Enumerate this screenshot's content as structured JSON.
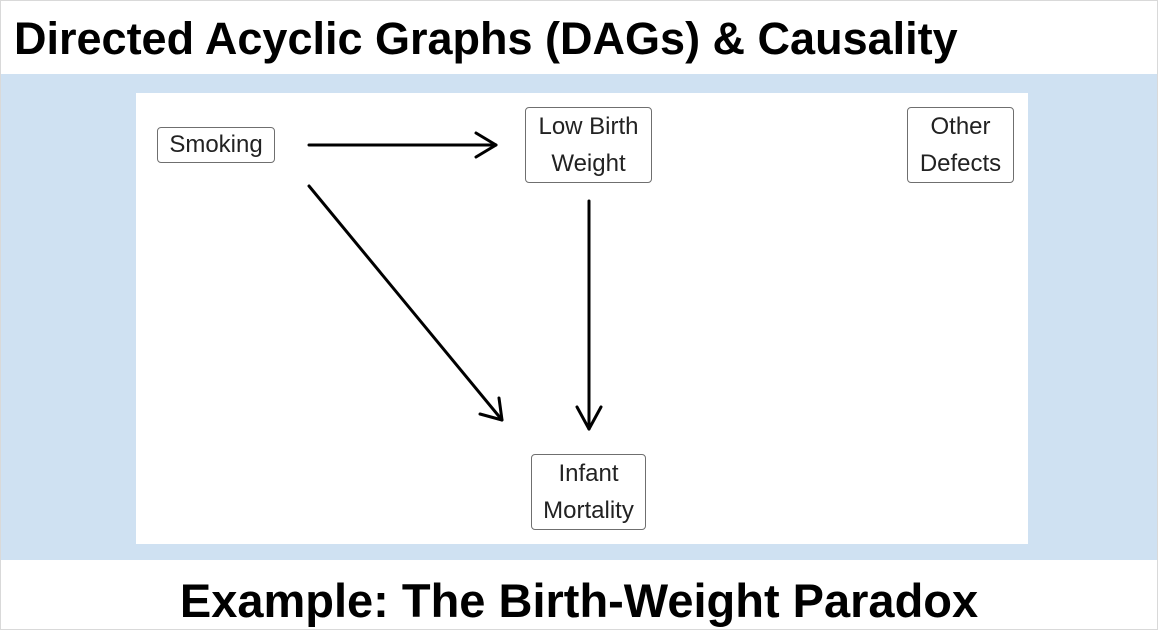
{
  "slide": {
    "title": "Directed Acyclic Graphs (DAGs) & Causality",
    "subtitle": "Example: The Birth-Weight Paradox"
  },
  "diagram": {
    "nodes": [
      {
        "id": "smoking",
        "lines": [
          "Smoking"
        ]
      },
      {
        "id": "low_birth_weight",
        "lines": [
          "Low Birth",
          "Weight"
        ]
      },
      {
        "id": "other_defects",
        "lines": [
          "Other",
          "Defects"
        ]
      },
      {
        "id": "infant_mortality",
        "lines": [
          "Infant",
          "Mortality"
        ]
      }
    ],
    "edges": [
      {
        "from": "smoking",
        "to": "low_birth_weight"
      },
      {
        "from": "smoking",
        "to": "infant_mortality"
      },
      {
        "from": "low_birth_weight",
        "to": "infant_mortality"
      }
    ]
  },
  "colors": {
    "band_background": "#cfe1f2",
    "edge": "#000000",
    "node_border": "#6f6f6f"
  }
}
